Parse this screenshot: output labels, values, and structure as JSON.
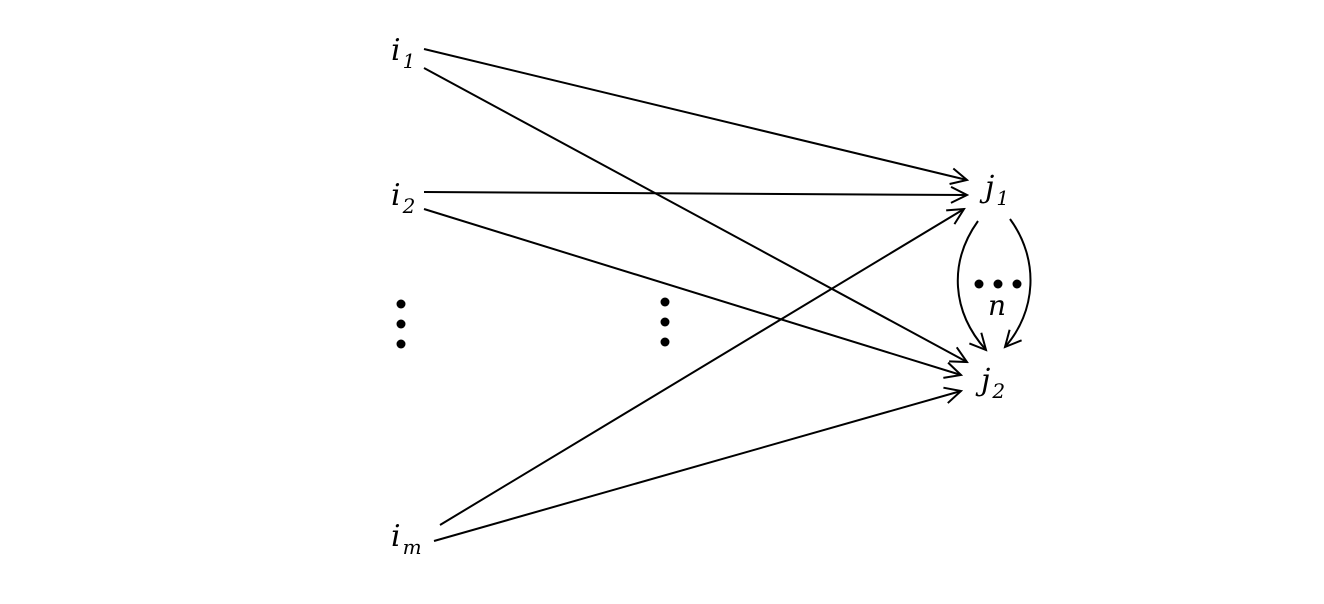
{
  "nodes": {
    "i1": {
      "base": "i",
      "sub": "1"
    },
    "i2": {
      "base": "i",
      "sub": "2"
    },
    "im": {
      "base": "i",
      "sub": "m"
    },
    "j1": {
      "base": "j",
      "sub": "1"
    },
    "j2": {
      "base": "j",
      "sub": "2"
    }
  },
  "edges": [
    {
      "from": "i1",
      "to": "j1"
    },
    {
      "from": "i1",
      "to": "j2"
    },
    {
      "from": "i2",
      "to": "j1"
    },
    {
      "from": "i2",
      "to": "j2"
    },
    {
      "from": "im",
      "to": "j1"
    },
    {
      "from": "im",
      "to": "j2"
    },
    {
      "from": "j1",
      "to": "j2",
      "style": "curved-left"
    },
    {
      "from": "j1",
      "to": "j2",
      "style": "curved-right"
    }
  ],
  "loop_label": "n",
  "colors": {
    "ink": "#000000",
    "background": "#ffffff"
  }
}
